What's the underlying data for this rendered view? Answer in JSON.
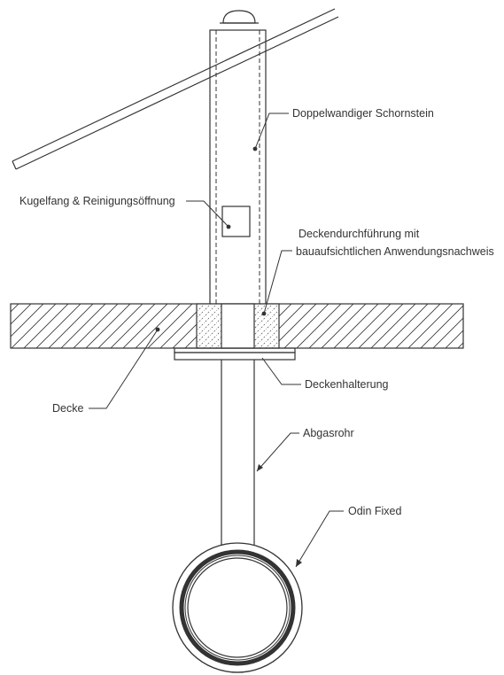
{
  "labels": {
    "doppelwandiger_schornstein": "Doppelwandiger Schornstein",
    "kugelfang": "Kugelfang & Reinigungsöffnung",
    "deckendurchfuehrung_line1": "Deckendurchführung mit",
    "deckendurchfuehrung_line2": "bauaufsichtlichen Anwendungsnachweis",
    "decke": "Decke",
    "deckenhalterung": "Deckenhalterung",
    "abgasrohr": "Abgasrohr",
    "odin_fixed": "Odin Fixed"
  },
  "colors": {
    "line": "#333333",
    "background": "#ffffff"
  }
}
